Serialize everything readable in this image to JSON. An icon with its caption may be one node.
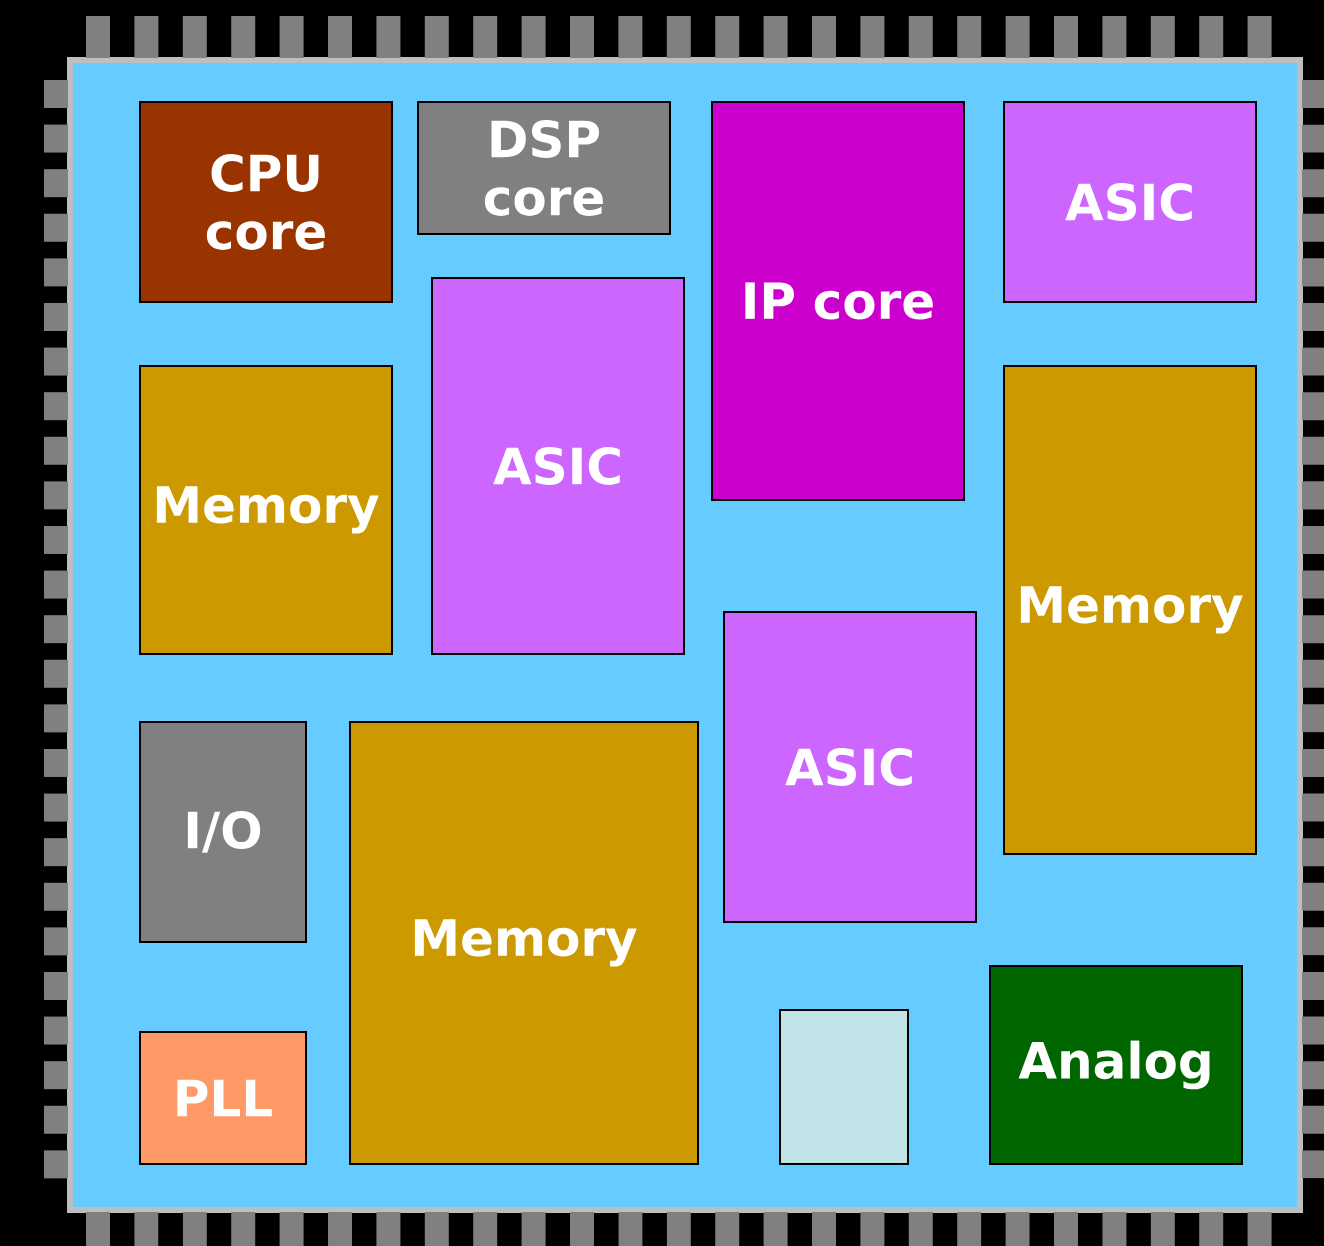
{
  "diagram": {
    "nodes": [
      {
        "text": [
          "CPU core"
        ]
      },
      {
        "text": [
          "DSP core"
        ]
      },
      {
        "text": [
          "IP core"
        ]
      },
      {
        "text": [
          "ASIC"
        ]
      },
      {
        "text": [
          "Memory"
        ]
      },
      {
        "text": [
          "ASIC"
        ]
      },
      {
        "text": [
          "Memory"
        ]
      },
      {
        "text": [
          "ASIC"
        ]
      },
      {
        "text": [
          "I/O"
        ]
      },
      {
        "text": [
          "Memory"
        ]
      },
      {
        "text": [
          "PLL"
        ]
      },
      {
        "text": [],
        "shape": "box"
      },
      {
        "text": [
          "Analog"
        ]
      }
    ]
  }
}
